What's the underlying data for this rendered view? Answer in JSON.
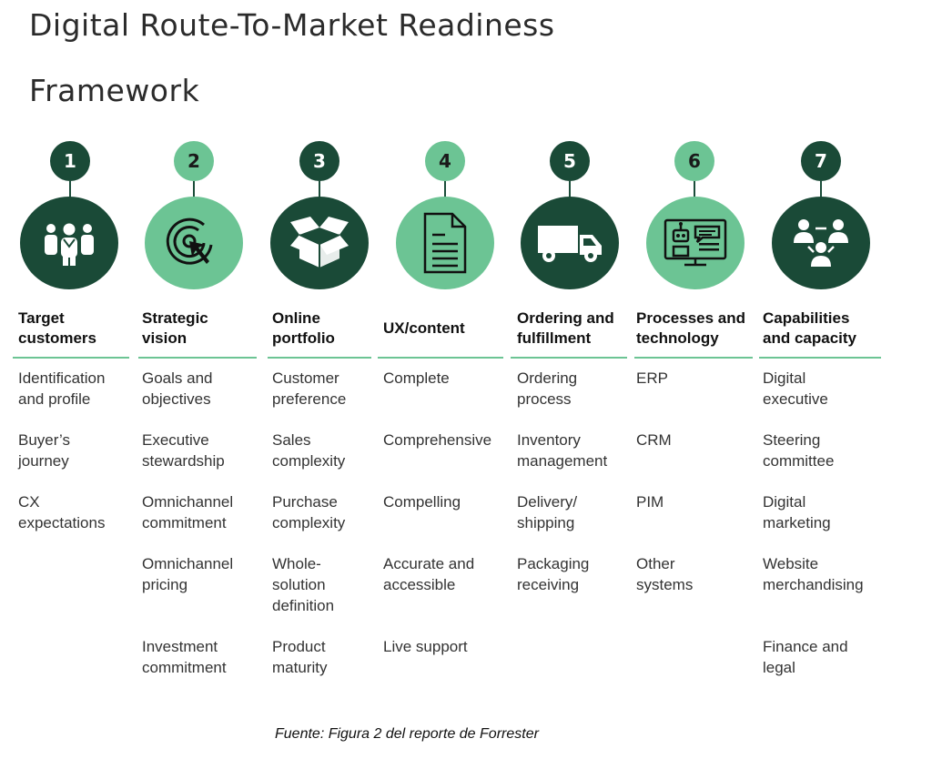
{
  "title": {
    "line1": "Digital Route-To-Market Readiness",
    "line2": "Framework"
  },
  "colors": {
    "dark_green": "#1a4a37",
    "light_green": "#6cc494"
  },
  "columns": [
    {
      "number": "1",
      "tone": "dark",
      "icon": "people-group-icon",
      "heading_line1": "Target",
      "heading_line2": "customers",
      "items": [
        {
          "line1": "Identification",
          "line2": "and profile"
        },
        {
          "line1": "Buyer’s",
          "line2": "journey"
        },
        {
          "line1": "CX",
          "line2": "expectations"
        }
      ]
    },
    {
      "number": "2",
      "tone": "light",
      "icon": "target-cursor-icon",
      "heading_line1": "Strategic",
      "heading_line2": "vision",
      "items": [
        {
          "line1": "Goals and",
          "line2": "objectives"
        },
        {
          "line1": "Executive",
          "line2": "stewardship"
        },
        {
          "line1": "Omnichannel",
          "line2": "commitment"
        },
        {
          "line1": "Omnichannel",
          "line2": "pricing"
        },
        {
          "line1": "Investment",
          "line2": "commitment"
        }
      ]
    },
    {
      "number": "3",
      "tone": "dark",
      "icon": "open-box-icon",
      "heading_line1": "Online",
      "heading_line2": "portfolio",
      "items": [
        {
          "line1": "Customer",
          "line2": "preference"
        },
        {
          "line1": "Sales",
          "line2": "complexity"
        },
        {
          "line1": "Purchase",
          "line2": "complexity"
        },
        {
          "line1": "Whole-",
          "line2": "solution",
          "line3": "definition"
        },
        {
          "line1": "Product",
          "line2": "maturity"
        }
      ]
    },
    {
      "number": "4",
      "tone": "light",
      "icon": "document-icon",
      "heading_line1": "UX/content",
      "heading_line2": "",
      "items": [
        {
          "line1": "Complete"
        },
        {
          "line1": "Comprehensive"
        },
        {
          "line1": "Compelling"
        },
        {
          "line1": "Accurate and",
          "line2": "accessible"
        },
        {
          "line1": "Live support"
        }
      ]
    },
    {
      "number": "5",
      "tone": "dark",
      "icon": "delivery-truck-icon",
      "heading_line1": "Ordering and",
      "heading_line2": "fulfillment",
      "items": [
        {
          "line1": "Ordering",
          "line2": "process"
        },
        {
          "line1": "Inventory",
          "line2": "management"
        },
        {
          "line1": "Delivery/",
          "line2": "shipping"
        },
        {
          "line1": "Packaging",
          "line2": "receiving"
        }
      ]
    },
    {
      "number": "6",
      "tone": "light",
      "icon": "robot-monitor-icon",
      "heading_line1": "Processes and",
      "heading_line2": "technology",
      "items": [
        {
          "line1": "ERP"
        },
        {
          "line1": "CRM"
        },
        {
          "line1": "PIM"
        },
        {
          "line1": "Other",
          "line2": "systems"
        }
      ]
    },
    {
      "number": "7",
      "tone": "dark",
      "icon": "team-network-icon",
      "heading_line1": "Capabilities",
      "heading_line2": "and capacity",
      "items": [
        {
          "line1": "Digital",
          "line2": "executive"
        },
        {
          "line1": "Steering",
          "line2": "committee"
        },
        {
          "line1": "Digital",
          "line2": "marketing"
        },
        {
          "line1": "Website",
          "line2": "merchandising"
        },
        {
          "line1": "Finance and",
          "line2": "legal"
        }
      ]
    }
  ],
  "source": "Fuente: Figura 2 del reporte de Forrester"
}
